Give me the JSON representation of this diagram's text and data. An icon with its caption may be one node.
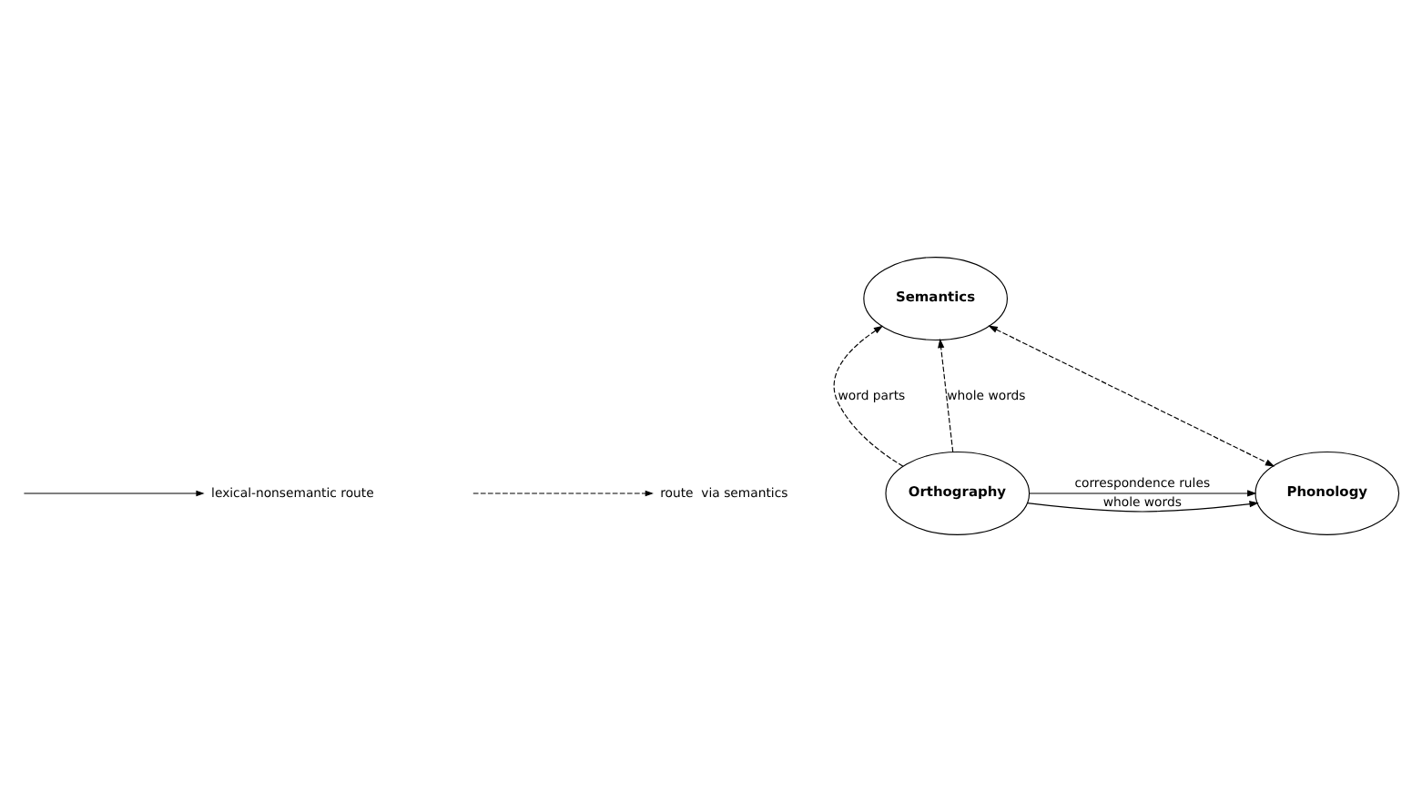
{
  "diagram": {
    "nodes": [
      {
        "text": [
          "Semantics"
        ]
      },
      {
        "text": [
          "Orthography"
        ]
      },
      {
        "text": [
          "Phonology"
        ]
      }
    ],
    "edges": [
      {
        "from": 1,
        "to": 0,
        "arrow": "to",
        "style": "dashed",
        "label": "word parts"
      },
      {
        "from": 1,
        "to": 0,
        "arrow": "to",
        "style": "dashed",
        "label": "whole words"
      },
      {
        "from": 0,
        "to": 2,
        "arrow": "both",
        "style": "dashed"
      },
      {
        "from": 1,
        "to": 2,
        "arrow": "to",
        "label": "whole words"
      },
      {
        "from": 1,
        "to": 2,
        "arrow": "to",
        "label": "correspondence rules"
      }
    ],
    "legend": [
      {
        "text": "lexical-nonsemantic route"
      },
      {
        "text": "route  via semantics"
      }
    ]
  }
}
